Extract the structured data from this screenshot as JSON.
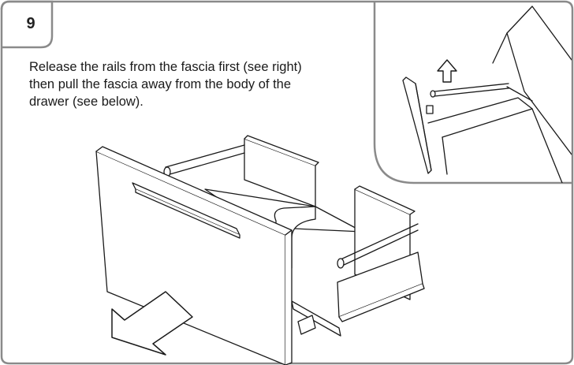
{
  "step": {
    "number": "9"
  },
  "instruction": {
    "lines": [
      "Release the rails from the fascia first (see right)",
      "then pull the fascia away from the body of the",
      "drawer (see below)."
    ]
  },
  "colors": {
    "line": "#8a8a8a",
    "ink": "#1a1a1a",
    "background": "#ffffff"
  },
  "icons": {
    "up_arrow": "up-arrow-icon",
    "pull_arrow": "pull-out-arrow-icon"
  }
}
